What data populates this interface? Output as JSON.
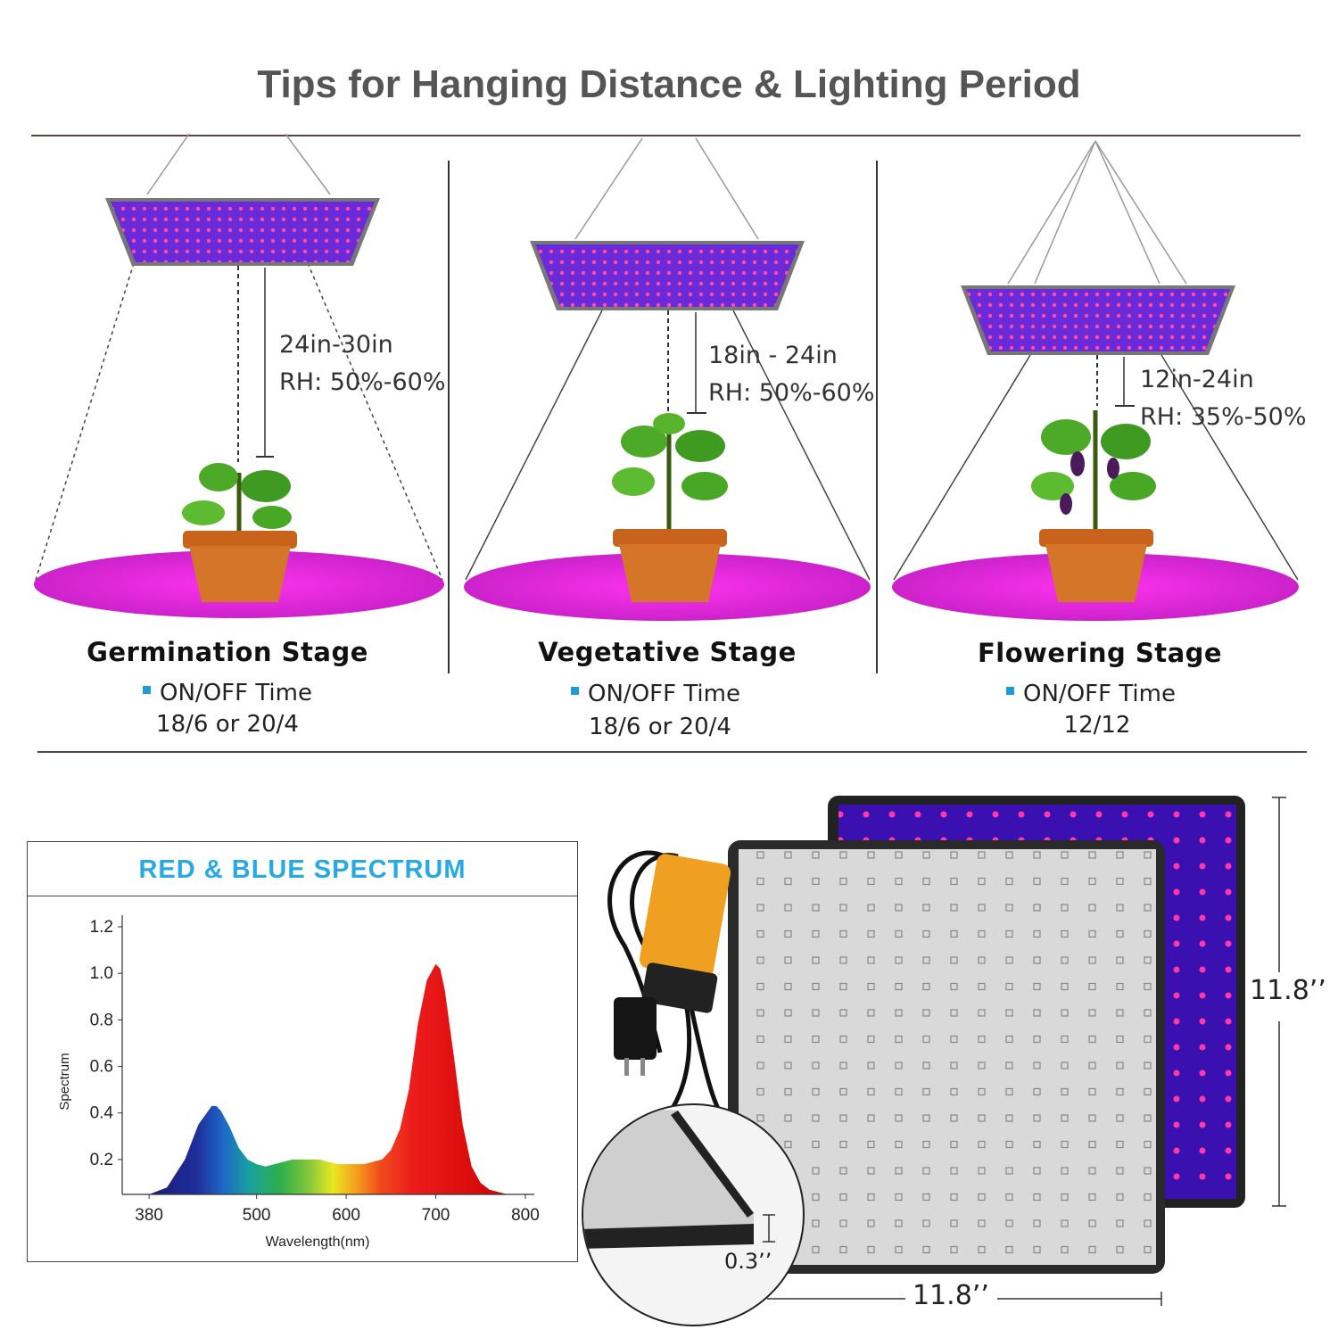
{
  "title": "Tips for Hanging Distance & Lighting Period",
  "stages": [
    {
      "name": "Germination Stage",
      "distance": "24in-30in",
      "rh": "RH: 50%-60%",
      "onoff_label": "ON/OFF Time",
      "onoff_value": "18/6 or 20/4"
    },
    {
      "name": "Vegetative Stage",
      "distance": "18in - 24in",
      "rh": "RH: 50%-60%",
      "onoff_label": "ON/OFF Time",
      "onoff_value": "18/6 or 20/4"
    },
    {
      "name": "Flowering Stage",
      "distance": "12in-24in",
      "rh": "RH: 35%-50%",
      "onoff_label": "ON/OFF Time",
      "onoff_value": "12/12"
    }
  ],
  "spectrum": {
    "heading": "RED & BLUE SPECTRUM"
  },
  "dimensions": {
    "height": "11.8’’",
    "width": "11.8’’",
    "thickness": "0.3’’"
  },
  "chart_data": {
    "type": "area",
    "title": "",
    "xlabel": "Wavelength(nm)",
    "ylabel": "Spectrum",
    "xlim": [
      350,
      810
    ],
    "ylim": [
      0.05,
      1.25
    ],
    "x_ticks": [
      380,
      500,
      600,
      700,
      800
    ],
    "y_ticks": [
      0.2,
      0.4,
      0.6,
      0.8,
      1.0,
      1.2
    ],
    "grid": false,
    "series": [
      {
        "x": [
          380,
          400,
          420,
          435,
          450,
          455,
          460,
          470,
          480,
          490,
          500,
          510,
          520,
          530,
          540,
          550,
          560,
          570,
          580,
          590,
          600,
          610,
          620,
          630,
          640,
          650,
          660,
          670,
          680,
          690,
          700,
          705,
          710,
          720,
          730,
          740,
          750,
          760,
          770,
          780,
          790
        ],
        "y": [
          0.05,
          0.08,
          0.2,
          0.35,
          0.43,
          0.43,
          0.41,
          0.34,
          0.25,
          0.2,
          0.18,
          0.17,
          0.18,
          0.19,
          0.2,
          0.2,
          0.2,
          0.2,
          0.19,
          0.18,
          0.18,
          0.18,
          0.18,
          0.19,
          0.2,
          0.24,
          0.33,
          0.5,
          0.78,
          0.97,
          1.04,
          1.02,
          0.93,
          0.65,
          0.35,
          0.17,
          0.1,
          0.07,
          0.06,
          0.05,
          0.05
        ]
      }
    ]
  }
}
